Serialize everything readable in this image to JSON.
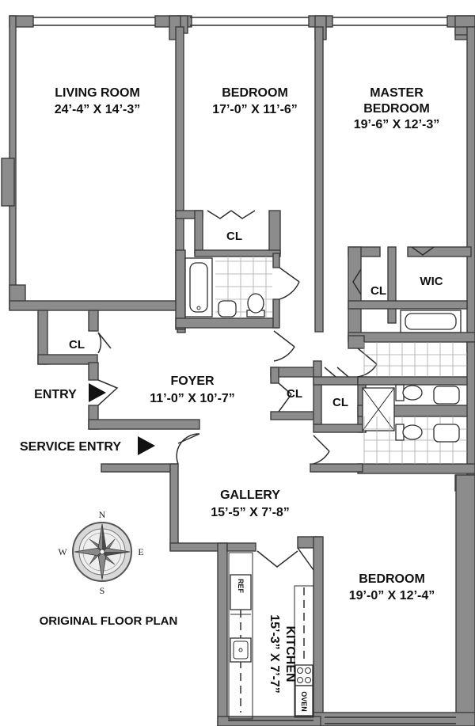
{
  "rooms": {
    "living_room": {
      "name": "LIVING ROOM",
      "dims": "24’-4” X 14’-3”"
    },
    "bedroom_top": {
      "name": "BEDROOM",
      "dims": "17’-0” X 11’-6”"
    },
    "master_bedroom": {
      "name_line1": "MASTER",
      "name_line2": "BEDROOM",
      "dims": "19’-6” X 12’-3”"
    },
    "foyer": {
      "name": "FOYER",
      "dims": "11’-0” X 10’-7”"
    },
    "gallery": {
      "name": "GALLERY",
      "dims": "15’-5” X 7’-8”"
    },
    "bedroom_bottom": {
      "name": "BEDROOM",
      "dims": "19’-0” X 12’-4”"
    },
    "kitchen": {
      "name": "KITCHEN",
      "dims": "15’-3” X 7’-7”"
    }
  },
  "closets": {
    "cl": "CL",
    "wic": "WIC"
  },
  "appliances": {
    "ref": "REF",
    "oven": "OVEN"
  },
  "entries": {
    "entry": "ENTRY",
    "service_entry": "SERVICE ENTRY"
  },
  "compass": {
    "n": "N",
    "s": "S",
    "e": "E",
    "w": "W"
  },
  "caption": "ORIGINAL FLOOR PLAN",
  "colors": {
    "wall": "#8c8c8c",
    "text": "#111111"
  }
}
